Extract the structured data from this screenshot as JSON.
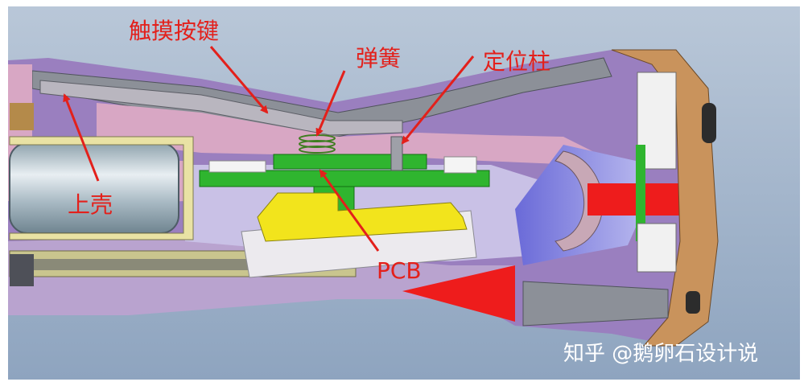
{
  "labels": {
    "touch_button": "触摸按键",
    "spring": "弹簧",
    "locating_post": "定位柱",
    "upper_shell": "上壳",
    "pcb": "PCB"
  },
  "watermark": "知乎 @鹅卵石设计说",
  "colors": {
    "background": "#9cb0c8",
    "annotation": "#e3201b",
    "shell_grey": "#8c9098",
    "inner_purple": "#b9a3cf",
    "pink": "#d8a7c4",
    "pcb_green": "#2fb52f",
    "bracket_yellow": "#f2e41c",
    "end_cap_orange": "#c9935c",
    "shaft_red": "#ee1c1c"
  }
}
